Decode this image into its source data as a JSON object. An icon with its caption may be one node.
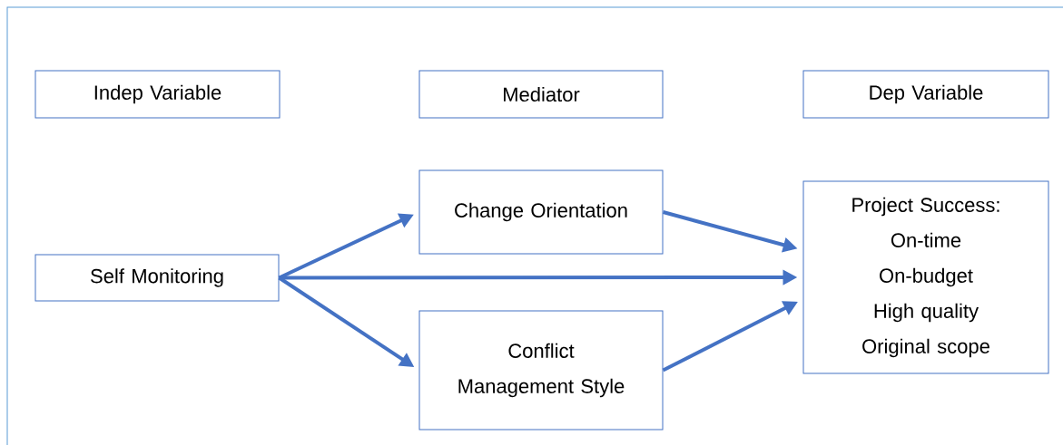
{
  "diagram": {
    "nodes": [
      {
        "text": [
          "Indep Variable"
        ]
      },
      {
        "text": [
          "Mediator"
        ]
      },
      {
        "text": [
          "Dep Variable"
        ]
      },
      {
        "text": [
          "Change Orientation"
        ]
      },
      {
        "text": [
          "Self Monitoring"
        ]
      },
      {
        "text": [
          "Conflict Management Style"
        ]
      },
      {
        "text": [
          "Project Success:",
          "On-time",
          "On-budget",
          "High quality",
          "Original scope"
        ]
      }
    ],
    "edges": [
      {
        "from": 4,
        "to": 3,
        "arrow": "to"
      },
      {
        "from": 4,
        "to": 6,
        "arrow": "to"
      },
      {
        "from": 4,
        "to": 5,
        "arrow": "to"
      },
      {
        "from": 3,
        "to": 6,
        "arrow": "to"
      },
      {
        "from": 5,
        "to": 6,
        "arrow": "to"
      }
    ]
  }
}
